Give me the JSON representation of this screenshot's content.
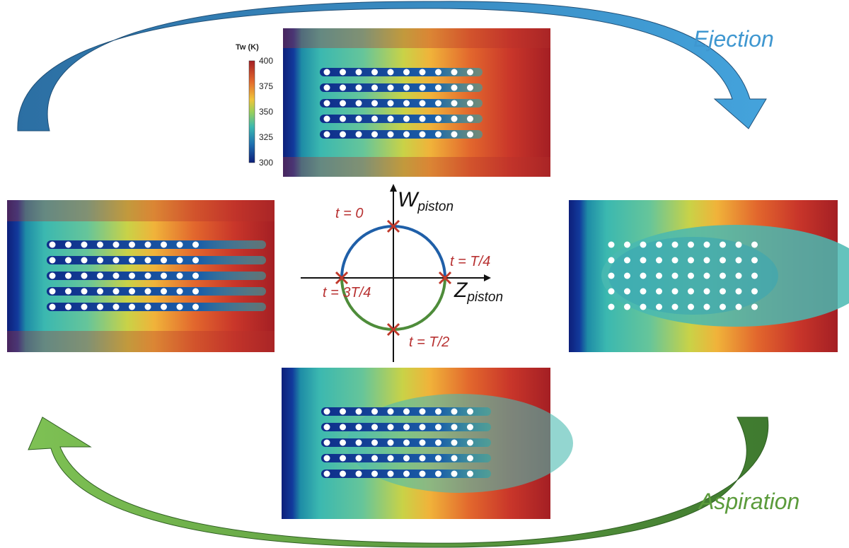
{
  "colorbar": {
    "title": "Tw (K)",
    "ticks": [
      "400",
      "375",
      "350",
      "325",
      "300"
    ]
  },
  "phases": {
    "ejection": "Ejection",
    "aspiration": "Aspiration"
  },
  "axes": {
    "vertical_main": "W",
    "vertical_sub": "piston",
    "horizontal_main": "Z",
    "horizontal_sub": "piston"
  },
  "cycle_points": {
    "top": "t = 0",
    "right": "t = T/4",
    "bottom": "t = T/2",
    "left": "t = 3T/4"
  },
  "colors": {
    "ejection_blue": "#3f97d0",
    "aspiration_green": "#5b9b3b",
    "circle_blue": "#1f5fa8",
    "circle_green": "#4e8c3a",
    "marker_red": "#c0392b",
    "label_red": "#b83232"
  }
}
